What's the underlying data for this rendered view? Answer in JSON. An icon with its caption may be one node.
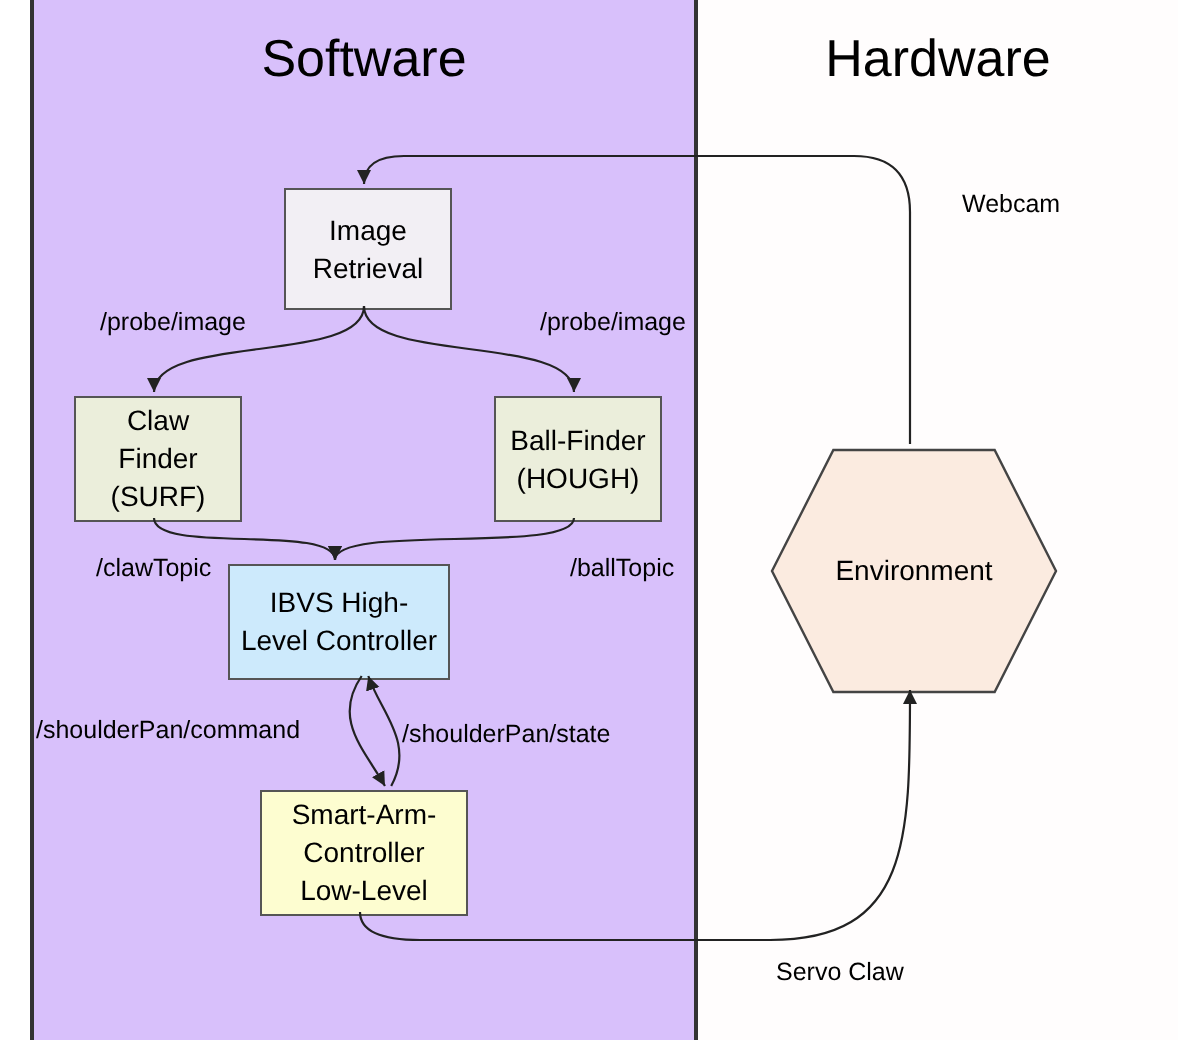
{
  "diagram": {
    "nodes": [
      {
        "text": [
          "Software"
        ]
      },
      {
        "text": [
          "Hardware"
        ]
      },
      {
        "text": [
          "Image Retrieval"
        ],
        "in": 0
      },
      {
        "text": [
          "Claw Finder (SURF)"
        ],
        "in": 0
      },
      {
        "text": [
          "Ball-Finder (HOUGH)"
        ],
        "in": 0
      },
      {
        "text": [
          "IBVS High-Level Controller"
        ],
        "in": 0
      },
      {
        "text": [
          "Smart-Arm-Controller Low-Level"
        ],
        "in": 0
      },
      {
        "text": [
          "Environment"
        ],
        "in": 1
      }
    ],
    "edges": [
      {
        "from": 7,
        "to": 2,
        "arrow": "to",
        "label": "Webcam"
      },
      {
        "from": 2,
        "to": 3,
        "arrow": "to",
        "label": "/probe/image"
      },
      {
        "from": 2,
        "to": 4,
        "arrow": "to",
        "label": "/probe/image"
      },
      {
        "from": 3,
        "to": 5,
        "arrow": "to",
        "label": "/clawTopic"
      },
      {
        "from": 4,
        "to": 5,
        "arrow": "to",
        "label": "/ballTopic"
      },
      {
        "from": 5,
        "to": 6,
        "arrow": "to",
        "label": "/shoulderPan/command"
      },
      {
        "from": 6,
        "to": 5,
        "arrow": "to",
        "label": "/shoulderPan/state"
      },
      {
        "from": 6,
        "to": 7,
        "arrow": "to",
        "label": "Servo Claw"
      }
    ]
  }
}
